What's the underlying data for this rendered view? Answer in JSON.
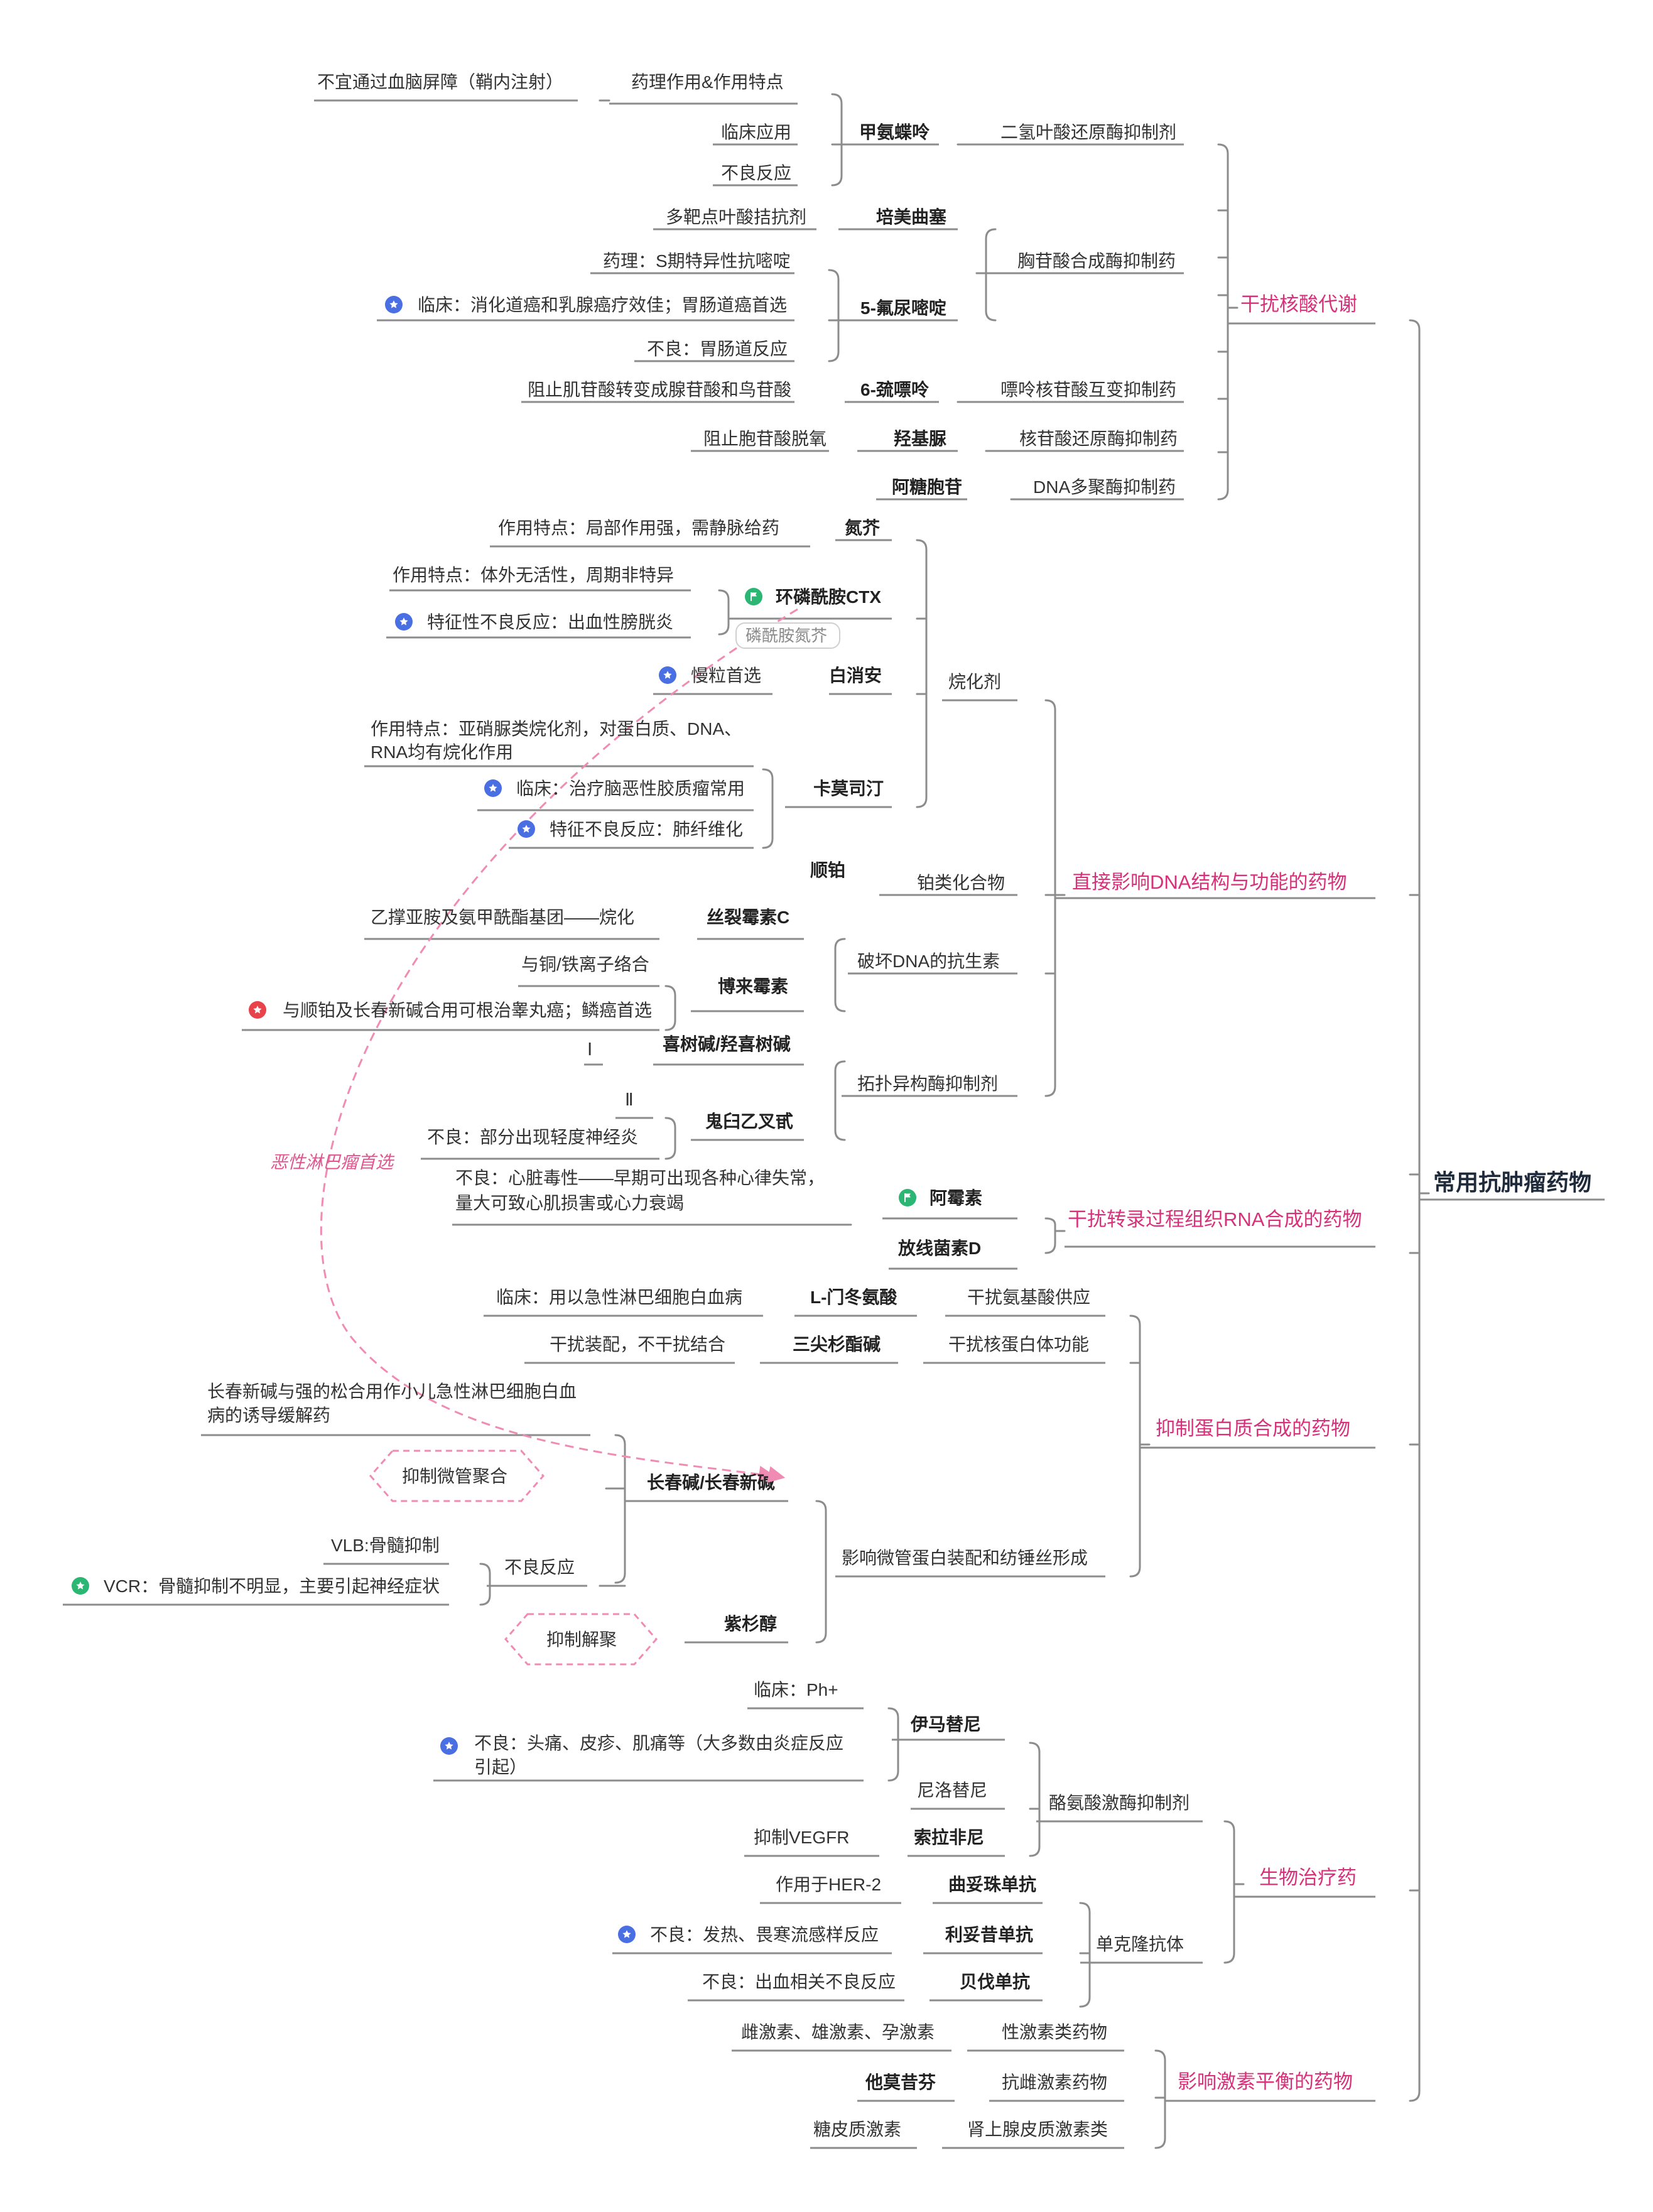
{
  "root": "常用抗肿瘤药物",
  "b1": {
    "title": "干扰核酸代谢",
    "c1": "二氢叶酸还原酶抑制剂",
    "d1": "甲氨蝶呤",
    "d1a": "药理作用&作用特点",
    "d1a1": "不宜通过血脑屏障（鞘内注射）",
    "d1b": "临床应用",
    "d1c": "不良反应",
    "c2": "胸苷酸合成酶抑制药",
    "d2": "培美曲塞",
    "d2a": "多靶点叶酸拮抗剂",
    "d3": "5-氟尿嘧啶",
    "d3a": "药理：S期特异性抗嘧啶",
    "d3b": "临床：消化道癌和乳腺癌疗效佳；胃肠道癌首选",
    "d3c": "不良：胃肠道反应",
    "c3": "嘌呤核苷酸互变抑制药",
    "d4": "6-巯嘌呤",
    "d4a": "阻止肌苷酸转变成腺苷酸和鸟苷酸",
    "c4": "核苷酸还原酶抑制药",
    "d5": "羟基脲",
    "d5a": "阻止胞苷酸脱氧",
    "c5": "DNA多聚酶抑制药",
    "d6": "阿糖胞苷"
  },
  "b2": {
    "title": "直接影响DNA结构与功能的药物",
    "c1": "烷化剂",
    "d1": "氮芥",
    "d1a": "作用特点：局部作用强，需静脉给药",
    "d2": "环磷酰胺CTX",
    "d2sub": "磷酰胺氮芥",
    "d2a": "作用特点：体外无活性，周期非特异",
    "d2b": "特征性不良反应：出血性膀胱炎",
    "d3": "白消安",
    "d3a": "慢粒首选",
    "d4": "卡莫司汀",
    "d4a1": "作用特点：亚硝脲类烷化剂，对蛋白质、DNA、",
    "d4a2": "RNA均有烷化作用",
    "d4b": "临床：治疗脑恶性胶质瘤常用",
    "d4c": "特征不良反应：肺纤维化",
    "c2": "铂类化合物",
    "d5": "顺铂",
    "c3": "破坏DNA的抗生素",
    "d6": "丝裂霉素C",
    "d6a": "乙撑亚胺及氨甲酰酯基团——烷化",
    "d7": "博来霉素",
    "d7a": "与铜/铁离子络合",
    "d7b": "与顺铂及长春新碱合用可根治睾丸癌；鳞癌首选",
    "c4": "拓扑异构酶抑制剂",
    "d8": "喜树碱/羟喜树碱",
    "d8a": "Ⅰ",
    "d9": "鬼臼乙叉甙",
    "d9a": "Ⅱ",
    "d9b": "不良：部分出现轻度神经炎"
  },
  "b3": {
    "title": "干扰转录过程组织RNA合成的药物",
    "d1": "阿霉素",
    "d1a1": "不良：心脏毒性——早期可出现各种心律失常，",
    "d1a2": "量大可致心肌损害或心力衰竭",
    "d2": "放线菌素D"
  },
  "b4": {
    "title": "抑制蛋白质合成的药物",
    "c1": "干扰氨基酸供应",
    "d1": "L-门冬氨酸",
    "d1a": "临床：用以急性淋巴细胞白血病",
    "c2": "干扰核蛋白体功能",
    "d2": "三尖杉酯碱",
    "d2a": "干扰装配，不干扰结合",
    "c3": "影响微管蛋白装配和纺锤丝形成",
    "d3": "长春碱/长春新碱",
    "d3a1": "长春新碱与强的松合用作小儿急性淋巴细胞白血",
    "d3a2": "病的诱导缓解药",
    "d3b": "抑制微管聚合",
    "d3c": "不良反应",
    "d3c1": "VLB:骨髓抑制",
    "d3c2": "VCR：骨髓抑制不明显，主要引起神经症状",
    "d4": "紫杉醇",
    "d4a": "抑制解聚"
  },
  "b5": {
    "title": "生物治疗药",
    "c1": "酪氨酸激酶抑制剂",
    "d1": "伊马替尼",
    "d1a": "临床：Ph+",
    "d1b1": "不良：头痛、皮疹、肌痛等（大多数由炎症反应",
    "d1b2": "引起）",
    "d2": "尼洛替尼",
    "d3": "索拉非尼",
    "d3a": "抑制VEGFR",
    "c2": "单克隆抗体",
    "d4": "曲妥珠单抗",
    "d4a": "作用于HER-2",
    "d5": "利妥昔单抗",
    "d5a": "不良：发热、畏寒流感样反应",
    "d6": "贝伐单抗",
    "d6a": "不良：出血相关不良反应"
  },
  "b6": {
    "title": "影响激素平衡的药物",
    "c1": "性激素类药物",
    "c1a": "雌激素、雄激素、孕激素",
    "c2": "抗雌激素药物",
    "c2a": "他莫昔芬",
    "c3": "肾上腺皮质激素类",
    "c3a": "糖皮质激素"
  },
  "relationship": "恶性淋巴瘤首选",
  "colors": {
    "line": "#8c8c8c",
    "branch_text": "#d8307a",
    "relationship": "#f08cb4",
    "icon_blue": "#4a6fe3",
    "icon_green": "#2bb673",
    "icon_red": "#e8434b"
  },
  "icons": {
    "star_blue": "star-icon",
    "star_green": "star-icon",
    "star_red": "star-icon",
    "flag_green": "flag-icon"
  }
}
